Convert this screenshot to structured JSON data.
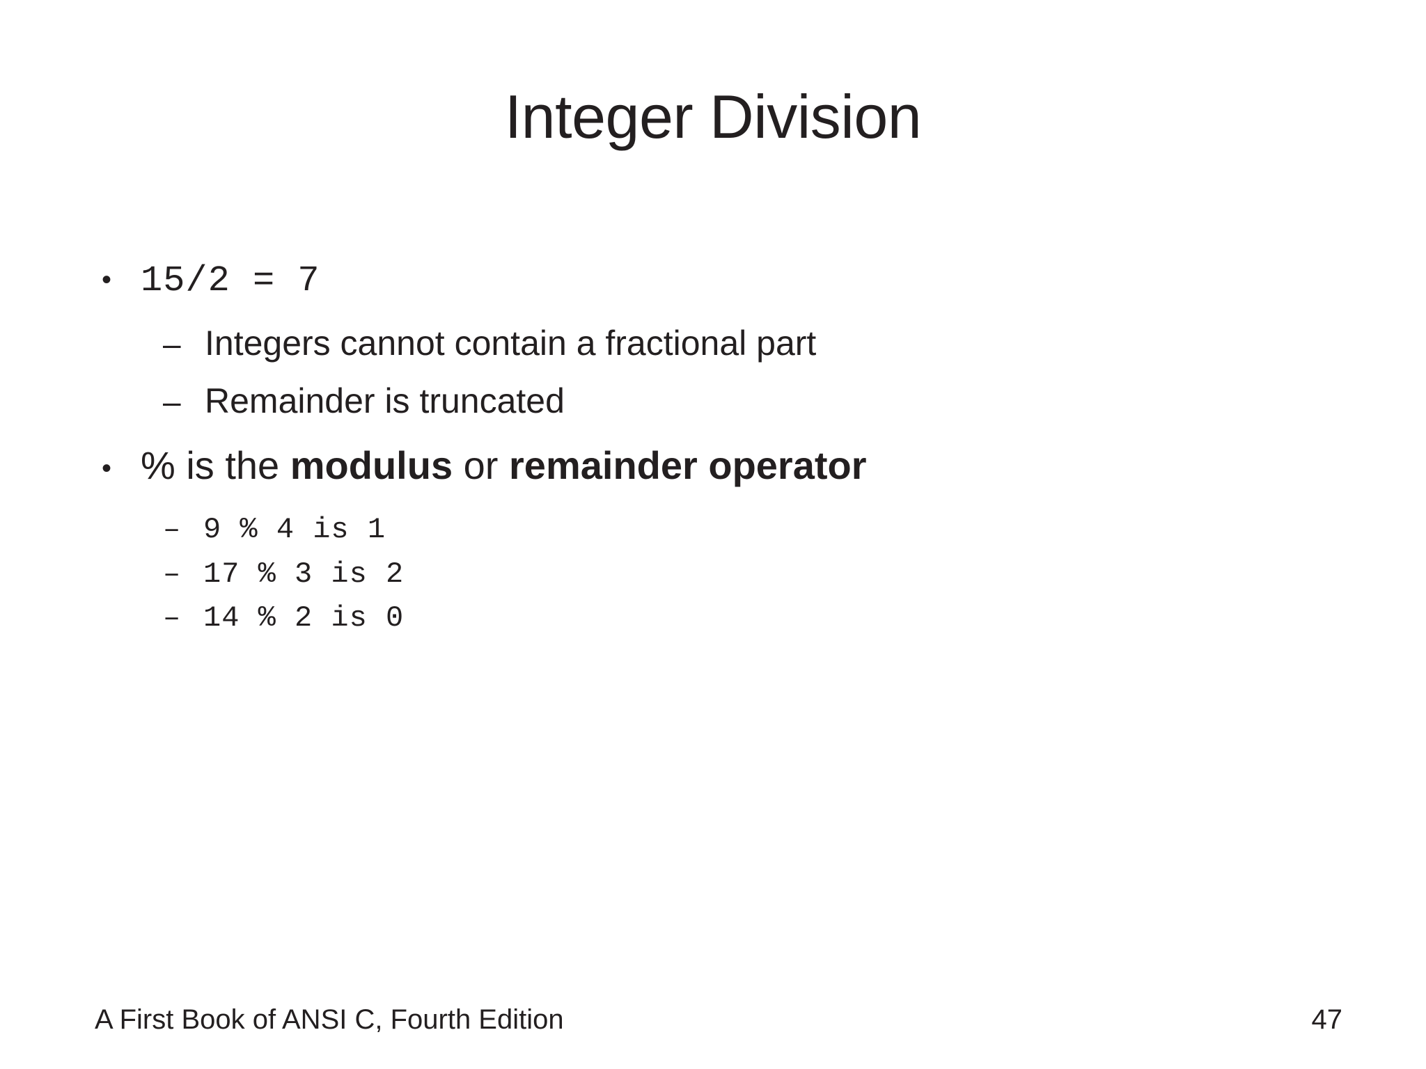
{
  "slide": {
    "title": "Integer Division",
    "background_color": "#ffffff",
    "text_color": "#231f20",
    "bullets": [
      {
        "level": 1,
        "marker": "•",
        "style": "mono",
        "text": "15/2 = 7"
      },
      {
        "level": 2,
        "marker": "–",
        "style": "sans",
        "text": "Integers cannot contain a fractional part"
      },
      {
        "level": 2,
        "marker": "–",
        "style": "sans",
        "text": "Remainder is truncated"
      },
      {
        "level": 1,
        "marker": "•",
        "style": "sans",
        "text": "% is the modulus or remainder operator",
        "runs": [
          {
            "text": "% is the ",
            "bold": false
          },
          {
            "text": "modulus",
            "bold": true
          },
          {
            "text": " or ",
            "bold": false
          },
          {
            "text": "remainder operator",
            "bold": true
          }
        ]
      },
      {
        "level": 2,
        "marker": "–",
        "style": "mono",
        "text": "9 % 4 is 1"
      },
      {
        "level": 2,
        "marker": "–",
        "style": "mono",
        "text": "17 % 3 is 2"
      },
      {
        "level": 2,
        "marker": "–",
        "style": "mono",
        "text": "14 % 2 is 0"
      }
    ]
  },
  "footer": {
    "source": "A First Book of ANSI C, Fourth Edition",
    "page_number": "47"
  }
}
